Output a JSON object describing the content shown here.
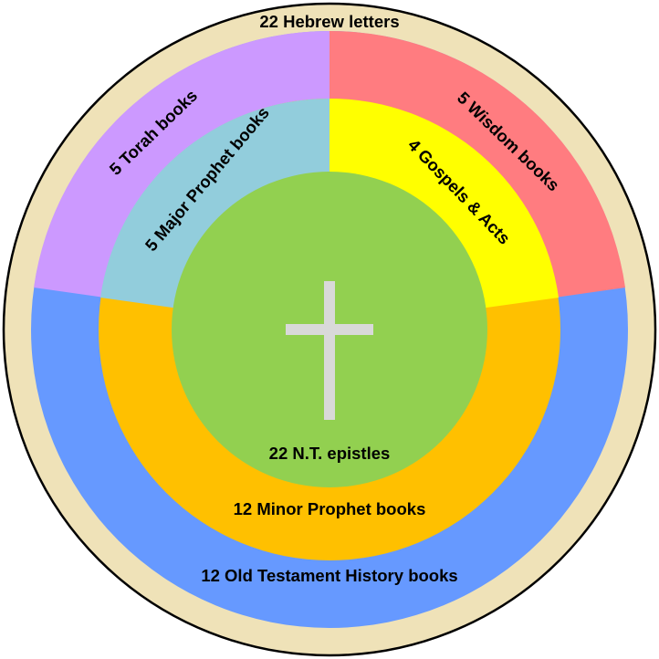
{
  "labels": {
    "outer_border": "22 Hebrew letters",
    "torah": "5 Torah books",
    "wisdom": "5 Wisdom books",
    "major_prophets": "5 Major Prophet books",
    "gospels": "4 Gospels & Acts",
    "epistles": "22 N.T. epistles",
    "minor_prophets": "12 Minor Prophet books",
    "history": "12 Old Testament History books"
  },
  "colors": {
    "border": "#EFE2B8",
    "torah": "#CC99FF",
    "wisdom": "#FF7C80",
    "history": "#6699FF",
    "major_prophets": "#92CDDC",
    "gospels": "#FFFF00",
    "minor_prophets": "#FFC000",
    "epistles": "#92D050",
    "cross": "#D9D9D9"
  }
}
